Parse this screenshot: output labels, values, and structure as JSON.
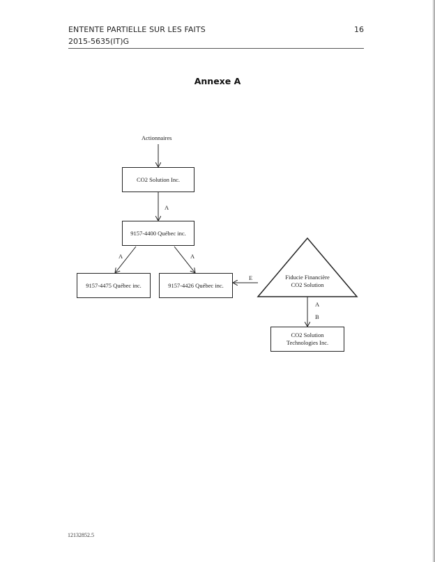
{
  "header": {
    "title": "ENTENTE PARTIELLE SUR LES FAITS",
    "file_number": "2015-5635(IT)G",
    "page_number": "16"
  },
  "annex_title": "Annexe A",
  "diagram": {
    "top_label": "Actionnaires",
    "nodes": {
      "co2_solution": "CO2 Solution Inc.",
      "q4400": "9157-4400 Québec inc.",
      "q4475": "9157-4475 Québec inc.",
      "q4426": "9157-4426 Québec inc.",
      "fiducie_line1": "Fiducie Financière",
      "fiducie_line2": "CO2 Solution",
      "tech_line1": "CO2 Solution",
      "tech_line2": "Technologies Inc."
    },
    "edge_labels": {
      "co2_to_4400": "A",
      "4400_to_4475": "A",
      "4400_to_4426": "A",
      "fiducie_to_4426": "E",
      "fiducie_to_tech_a": "A",
      "fiducie_to_tech_b": "B"
    }
  },
  "footer": {
    "doc_id": "12132852.5"
  }
}
